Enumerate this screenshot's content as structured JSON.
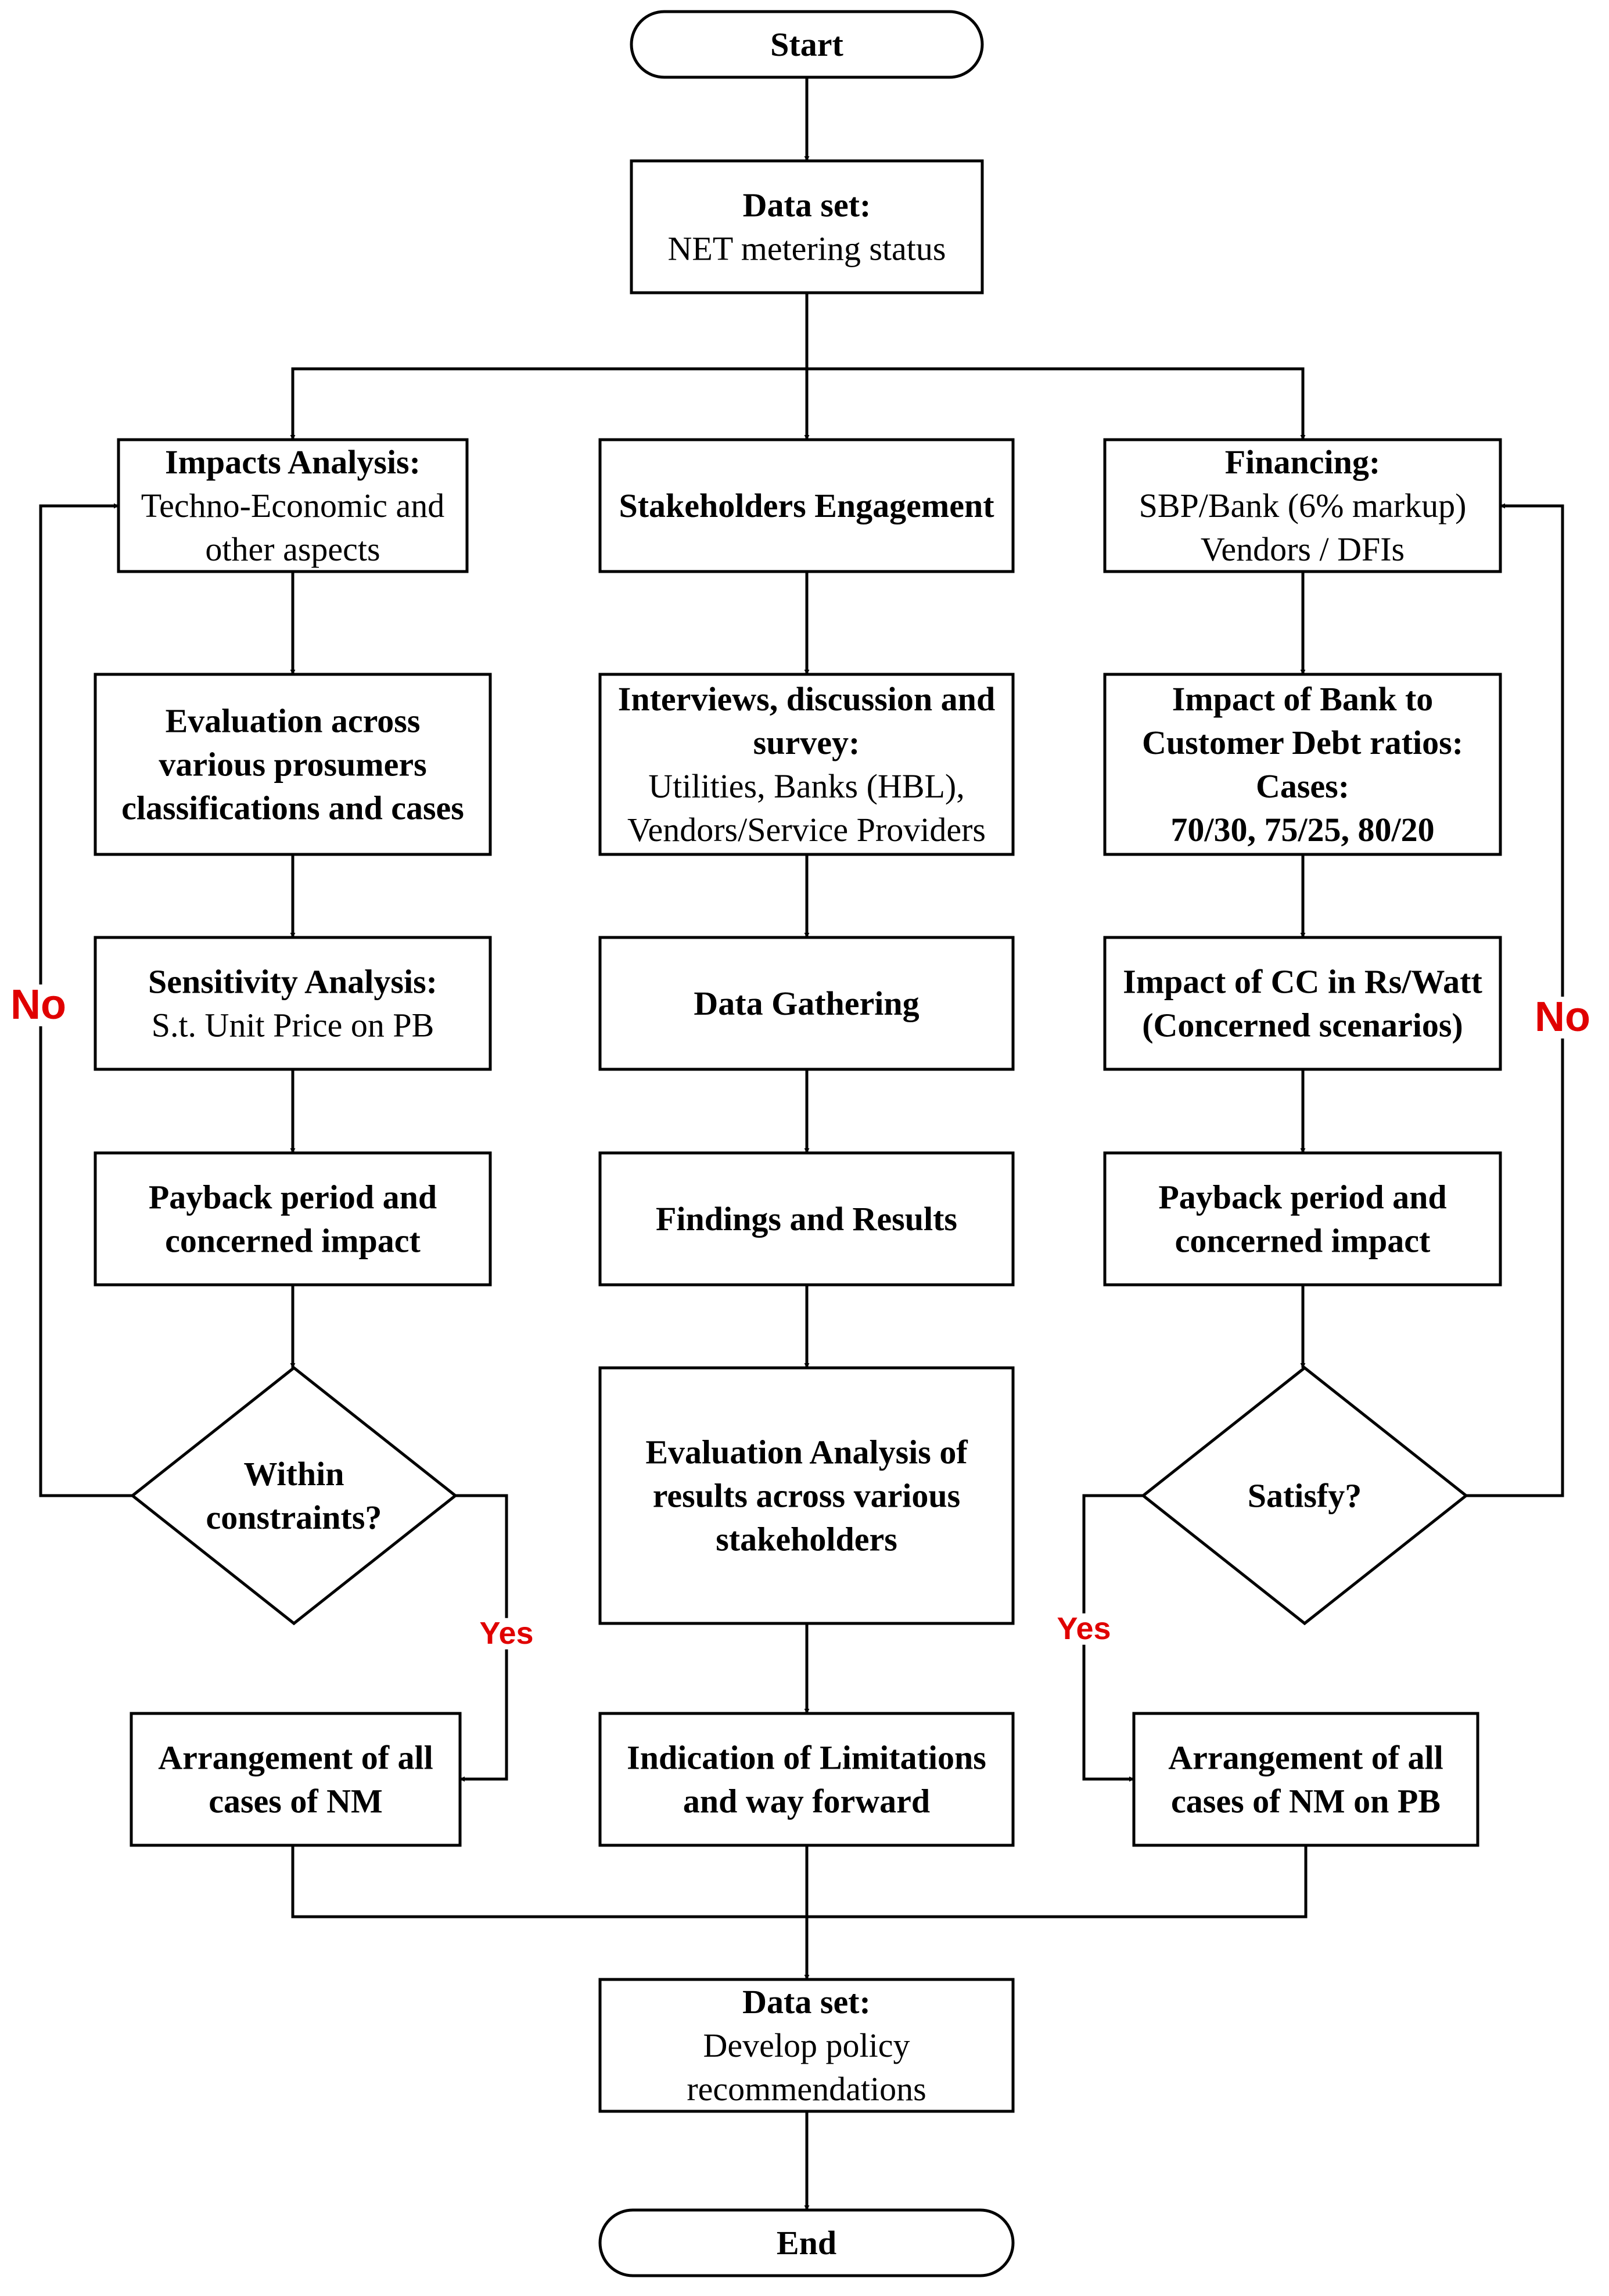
{
  "colors": {
    "stroke": "#000000",
    "fill": "#ffffff",
    "branch_label": "#e00000"
  },
  "nodes": {
    "start": {
      "lines": [
        {
          "text": "Start",
          "bold": true
        }
      ]
    },
    "dataset_top": {
      "lines": [
        {
          "text": "Data set:",
          "bold": true
        },
        {
          "text": "NET metering status",
          "bold": false
        }
      ]
    },
    "impacts": {
      "lines": [
        {
          "text": "Impacts Analysis:",
          "bold": true
        },
        {
          "text": "Techno-Economic and",
          "bold": false
        },
        {
          "text": "other aspects",
          "bold": false
        }
      ]
    },
    "stakeholders": {
      "lines": [
        {
          "text": "Stakeholders Engagement",
          "bold": true
        }
      ]
    },
    "financing": {
      "lines": [
        {
          "text": "Financing:",
          "bold": true
        },
        {
          "text": "SBP/Bank (6% markup)",
          "bold": false
        },
        {
          "text": "Vendors / DFIs",
          "bold": false
        }
      ]
    },
    "evaluation_prosumers": {
      "lines": [
        {
          "text": "Evaluation across",
          "bold": true
        },
        {
          "text": "various prosumers",
          "bold": true
        },
        {
          "text": "classifications and cases",
          "bold": true
        }
      ]
    },
    "interviews": {
      "lines": [
        {
          "text": "Interviews, discussion and",
          "bold": true
        },
        {
          "text": "survey:",
          "bold": true
        },
        {
          "text": "Utilities, Banks (HBL),",
          "bold": false
        },
        {
          "text": "Vendors/Service Providers",
          "bold": false
        }
      ]
    },
    "bank_debt": {
      "lines": [
        {
          "text": "Impact of Bank to",
          "bold": true
        },
        {
          "text": "Customer Debt ratios:",
          "bold": true
        },
        {
          "text": "Cases:",
          "bold": true
        },
        {
          "text": "70/30, 75/25, 80/20",
          "bold": true
        }
      ]
    },
    "sensitivity": {
      "lines": [
        {
          "text": "Sensitivity Analysis:",
          "bold": true
        },
        {
          "text": "S.t. Unit Price on PB",
          "bold": false
        }
      ]
    },
    "data_gathering": {
      "lines": [
        {
          "text": "Data Gathering",
          "bold": true
        }
      ]
    },
    "cc_impact": {
      "lines": [
        {
          "text": "Impact of CC in Rs/Watt",
          "bold": true
        },
        {
          "text": "(Concerned scenarios)",
          "bold": true
        }
      ]
    },
    "payback_left": {
      "lines": [
        {
          "text": "Payback period and",
          "bold": true
        },
        {
          "text": "concerned impact",
          "bold": true
        }
      ]
    },
    "findings": {
      "lines": [
        {
          "text": "Findings and Results",
          "bold": true
        }
      ]
    },
    "payback_right": {
      "lines": [
        {
          "text": "Payback period and",
          "bold": true
        },
        {
          "text": "concerned impact",
          "bold": true
        }
      ]
    },
    "within_constraints": {
      "lines": [
        {
          "text": "Within",
          "bold": true
        },
        {
          "text": "constraints?",
          "bold": true
        }
      ]
    },
    "evaluation_stakeholders": {
      "lines": [
        {
          "text": "Evaluation Analysis of",
          "bold": true
        },
        {
          "text": "results across various",
          "bold": true
        },
        {
          "text": "stakeholders",
          "bold": true
        }
      ]
    },
    "satisfy": {
      "lines": [
        {
          "text": "Satisfy?",
          "bold": true
        }
      ]
    },
    "arrangement_left": {
      "lines": [
        {
          "text": "Arrangement of all",
          "bold": true
        },
        {
          "text": "cases of NM",
          "bold": true
        }
      ]
    },
    "limitations": {
      "lines": [
        {
          "text": "Indication of Limitations",
          "bold": true
        },
        {
          "text": "and way forward",
          "bold": true
        }
      ]
    },
    "arrangement_right": {
      "lines": [
        {
          "text": "Arrangement of all",
          "bold": true
        },
        {
          "text": "cases of NM on PB",
          "bold": true
        }
      ]
    },
    "dataset_bottom": {
      "lines": [
        {
          "text": "Data set:",
          "bold": true
        },
        {
          "text": "Develop policy",
          "bold": false
        },
        {
          "text": "recommendations",
          "bold": false
        }
      ]
    },
    "end": {
      "lines": [
        {
          "text": "End",
          "bold": true
        }
      ]
    }
  },
  "branch_labels": {
    "no_left": "No",
    "no_right": "No",
    "yes_left": "Yes",
    "yes_right": "Yes"
  }
}
